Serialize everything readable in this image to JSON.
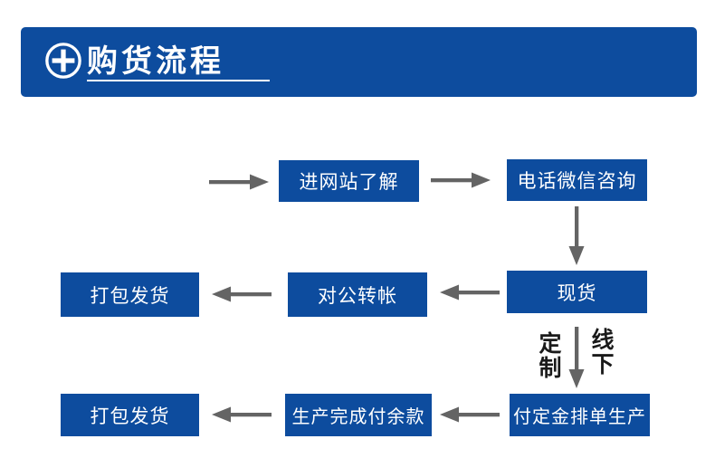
{
  "colors": {
    "primary_blue": "#0d4c9e",
    "arrow_gray": "#646464",
    "branch_label_black": "#1a1a1a",
    "background": "#ffffff",
    "box_text": "#ffffff"
  },
  "header": {
    "title": "购货流程",
    "icon": "plus-circle"
  },
  "flowchart": {
    "nodes": {
      "website": "进网站了解",
      "consult": "电话微信咨询",
      "stock": "现货",
      "transfer": "对公转帐",
      "pack_ship_1": "打包发货",
      "deposit": "付定金排单生产",
      "balance": "生产完成付余款",
      "pack_ship_2": "打包发货"
    },
    "branch_labels": {
      "left": "定制",
      "right": "线下"
    }
  }
}
